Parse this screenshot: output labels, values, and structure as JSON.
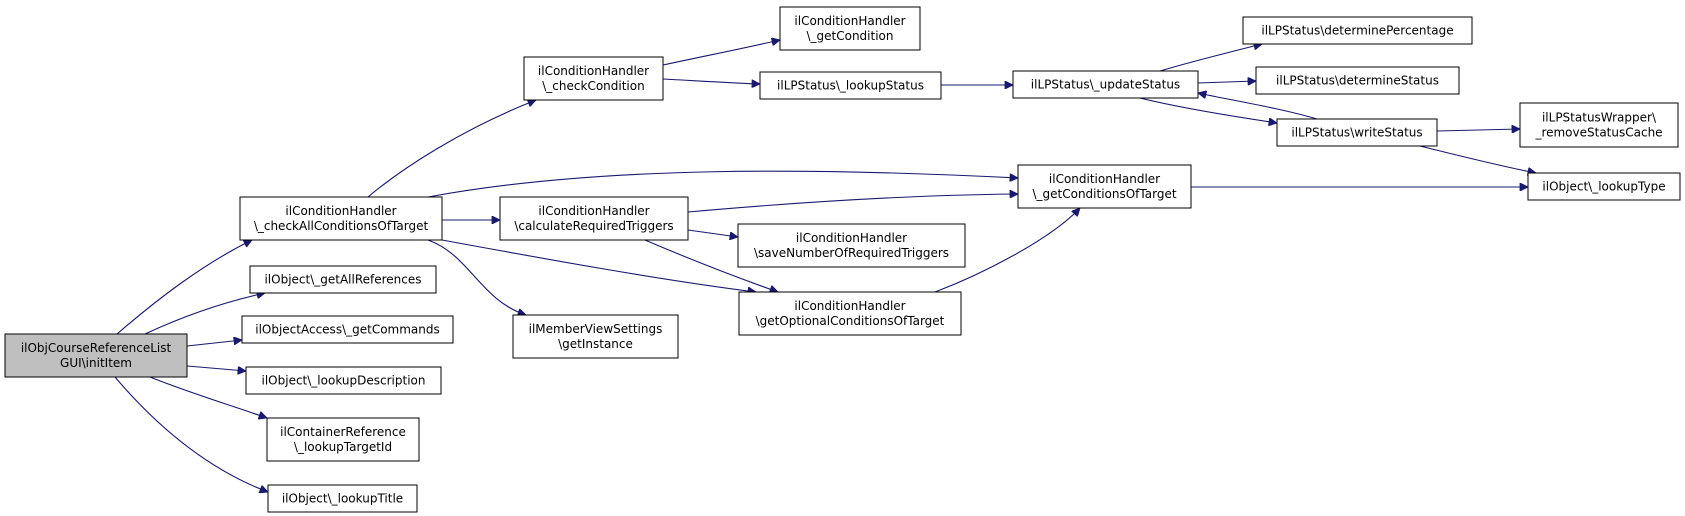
{
  "colors": {
    "edge": "#191970",
    "node_border": "#000000",
    "root_fill": "#bfbfbf",
    "node_fill": "#ffffff"
  },
  "nodes": [
    {
      "id": "n_root",
      "lines": [
        "ilObjCourseReferenceList",
        "GUI\\initItem"
      ],
      "root": true
    },
    {
      "id": "n_checkAll",
      "lines": [
        "ilConditionHandler",
        "\\_checkAllConditionsOfTarget"
      ]
    },
    {
      "id": "n_getAllRefs",
      "lines": [
        "ilObject\\_getAllReferences"
      ]
    },
    {
      "id": "n_getCommands",
      "lines": [
        "ilObjectAccess\\_getCommands"
      ]
    },
    {
      "id": "n_lookupDesc",
      "lines": [
        "ilObject\\_lookupDescription"
      ]
    },
    {
      "id": "n_lookupTargetId",
      "lines": [
        "ilContainerReference",
        "\\_lookupTargetId"
      ]
    },
    {
      "id": "n_lookupTitle",
      "lines": [
        "ilObject\\_lookupTitle"
      ]
    },
    {
      "id": "n_checkCond",
      "lines": [
        "ilConditionHandler",
        "\\_checkCondition"
      ]
    },
    {
      "id": "n_calcReq",
      "lines": [
        "ilConditionHandler",
        "\\calculateRequiredTriggers"
      ]
    },
    {
      "id": "n_memberView",
      "lines": [
        "ilMemberViewSettings",
        "\\getInstance"
      ]
    },
    {
      "id": "n_getCond",
      "lines": [
        "ilConditionHandler",
        "\\_getCondition"
      ]
    },
    {
      "id": "n_lpLookup",
      "lines": [
        "ilLPStatus\\_lookupStatus"
      ]
    },
    {
      "id": "n_saveNum",
      "lines": [
        "ilConditionHandler",
        "\\saveNumberOfRequiredTriggers"
      ]
    },
    {
      "id": "n_getOptional",
      "lines": [
        "ilConditionHandler",
        "\\getOptionalConditionsOfTarget"
      ]
    },
    {
      "id": "n_getCondsOfTarget",
      "lines": [
        "ilConditionHandler",
        "\\_getConditionsOfTarget"
      ]
    },
    {
      "id": "n_updateStatus",
      "lines": [
        "ilLPStatus\\_updateStatus"
      ]
    },
    {
      "id": "n_detPercent",
      "lines": [
        "ilLPStatus\\determinePercentage"
      ]
    },
    {
      "id": "n_detStatus",
      "lines": [
        "ilLPStatus\\determineStatus"
      ]
    },
    {
      "id": "n_writeStatus",
      "lines": [
        "ilLPStatus\\writeStatus"
      ]
    },
    {
      "id": "n_removeCache",
      "lines": [
        "ilLPStatusWrapper\\",
        "_removeStatusCache"
      ]
    },
    {
      "id": "n_lookupType",
      "lines": [
        "ilObject\\_lookupType"
      ]
    }
  ],
  "edges": [
    {
      "from": "n_root",
      "to": "n_checkAll"
    },
    {
      "from": "n_root",
      "to": "n_getAllRefs"
    },
    {
      "from": "n_root",
      "to": "n_getCommands"
    },
    {
      "from": "n_root",
      "to": "n_lookupDesc"
    },
    {
      "from": "n_root",
      "to": "n_lookupTargetId"
    },
    {
      "from": "n_root",
      "to": "n_lookupTitle"
    },
    {
      "from": "n_checkAll",
      "to": "n_checkCond"
    },
    {
      "from": "n_checkAll",
      "to": "n_calcReq"
    },
    {
      "from": "n_checkAll",
      "to": "n_memberView"
    },
    {
      "from": "n_checkAll",
      "to": "n_getOptional"
    },
    {
      "from": "n_checkAll",
      "to": "n_getCondsOfTarget"
    },
    {
      "from": "n_checkCond",
      "to": "n_getCond"
    },
    {
      "from": "n_checkCond",
      "to": "n_lpLookup"
    },
    {
      "from": "n_lpLookup",
      "to": "n_updateStatus"
    },
    {
      "from": "n_updateStatus",
      "to": "n_detPercent"
    },
    {
      "from": "n_updateStatus",
      "to": "n_detStatus"
    },
    {
      "from": "n_updateStatus",
      "to": "n_writeStatus"
    },
    {
      "from": "n_writeStatus",
      "to": "n_updateStatus"
    },
    {
      "from": "n_writeStatus",
      "to": "n_removeCache"
    },
    {
      "from": "n_writeStatus",
      "to": "n_lookupType"
    },
    {
      "from": "n_calcReq",
      "to": "n_getCondsOfTarget"
    },
    {
      "from": "n_calcReq",
      "to": "n_saveNum"
    },
    {
      "from": "n_calcReq",
      "to": "n_getOptional"
    },
    {
      "from": "n_getOptional",
      "to": "n_getCondsOfTarget"
    },
    {
      "from": "n_getCondsOfTarget",
      "to": "n_lookupType"
    }
  ]
}
